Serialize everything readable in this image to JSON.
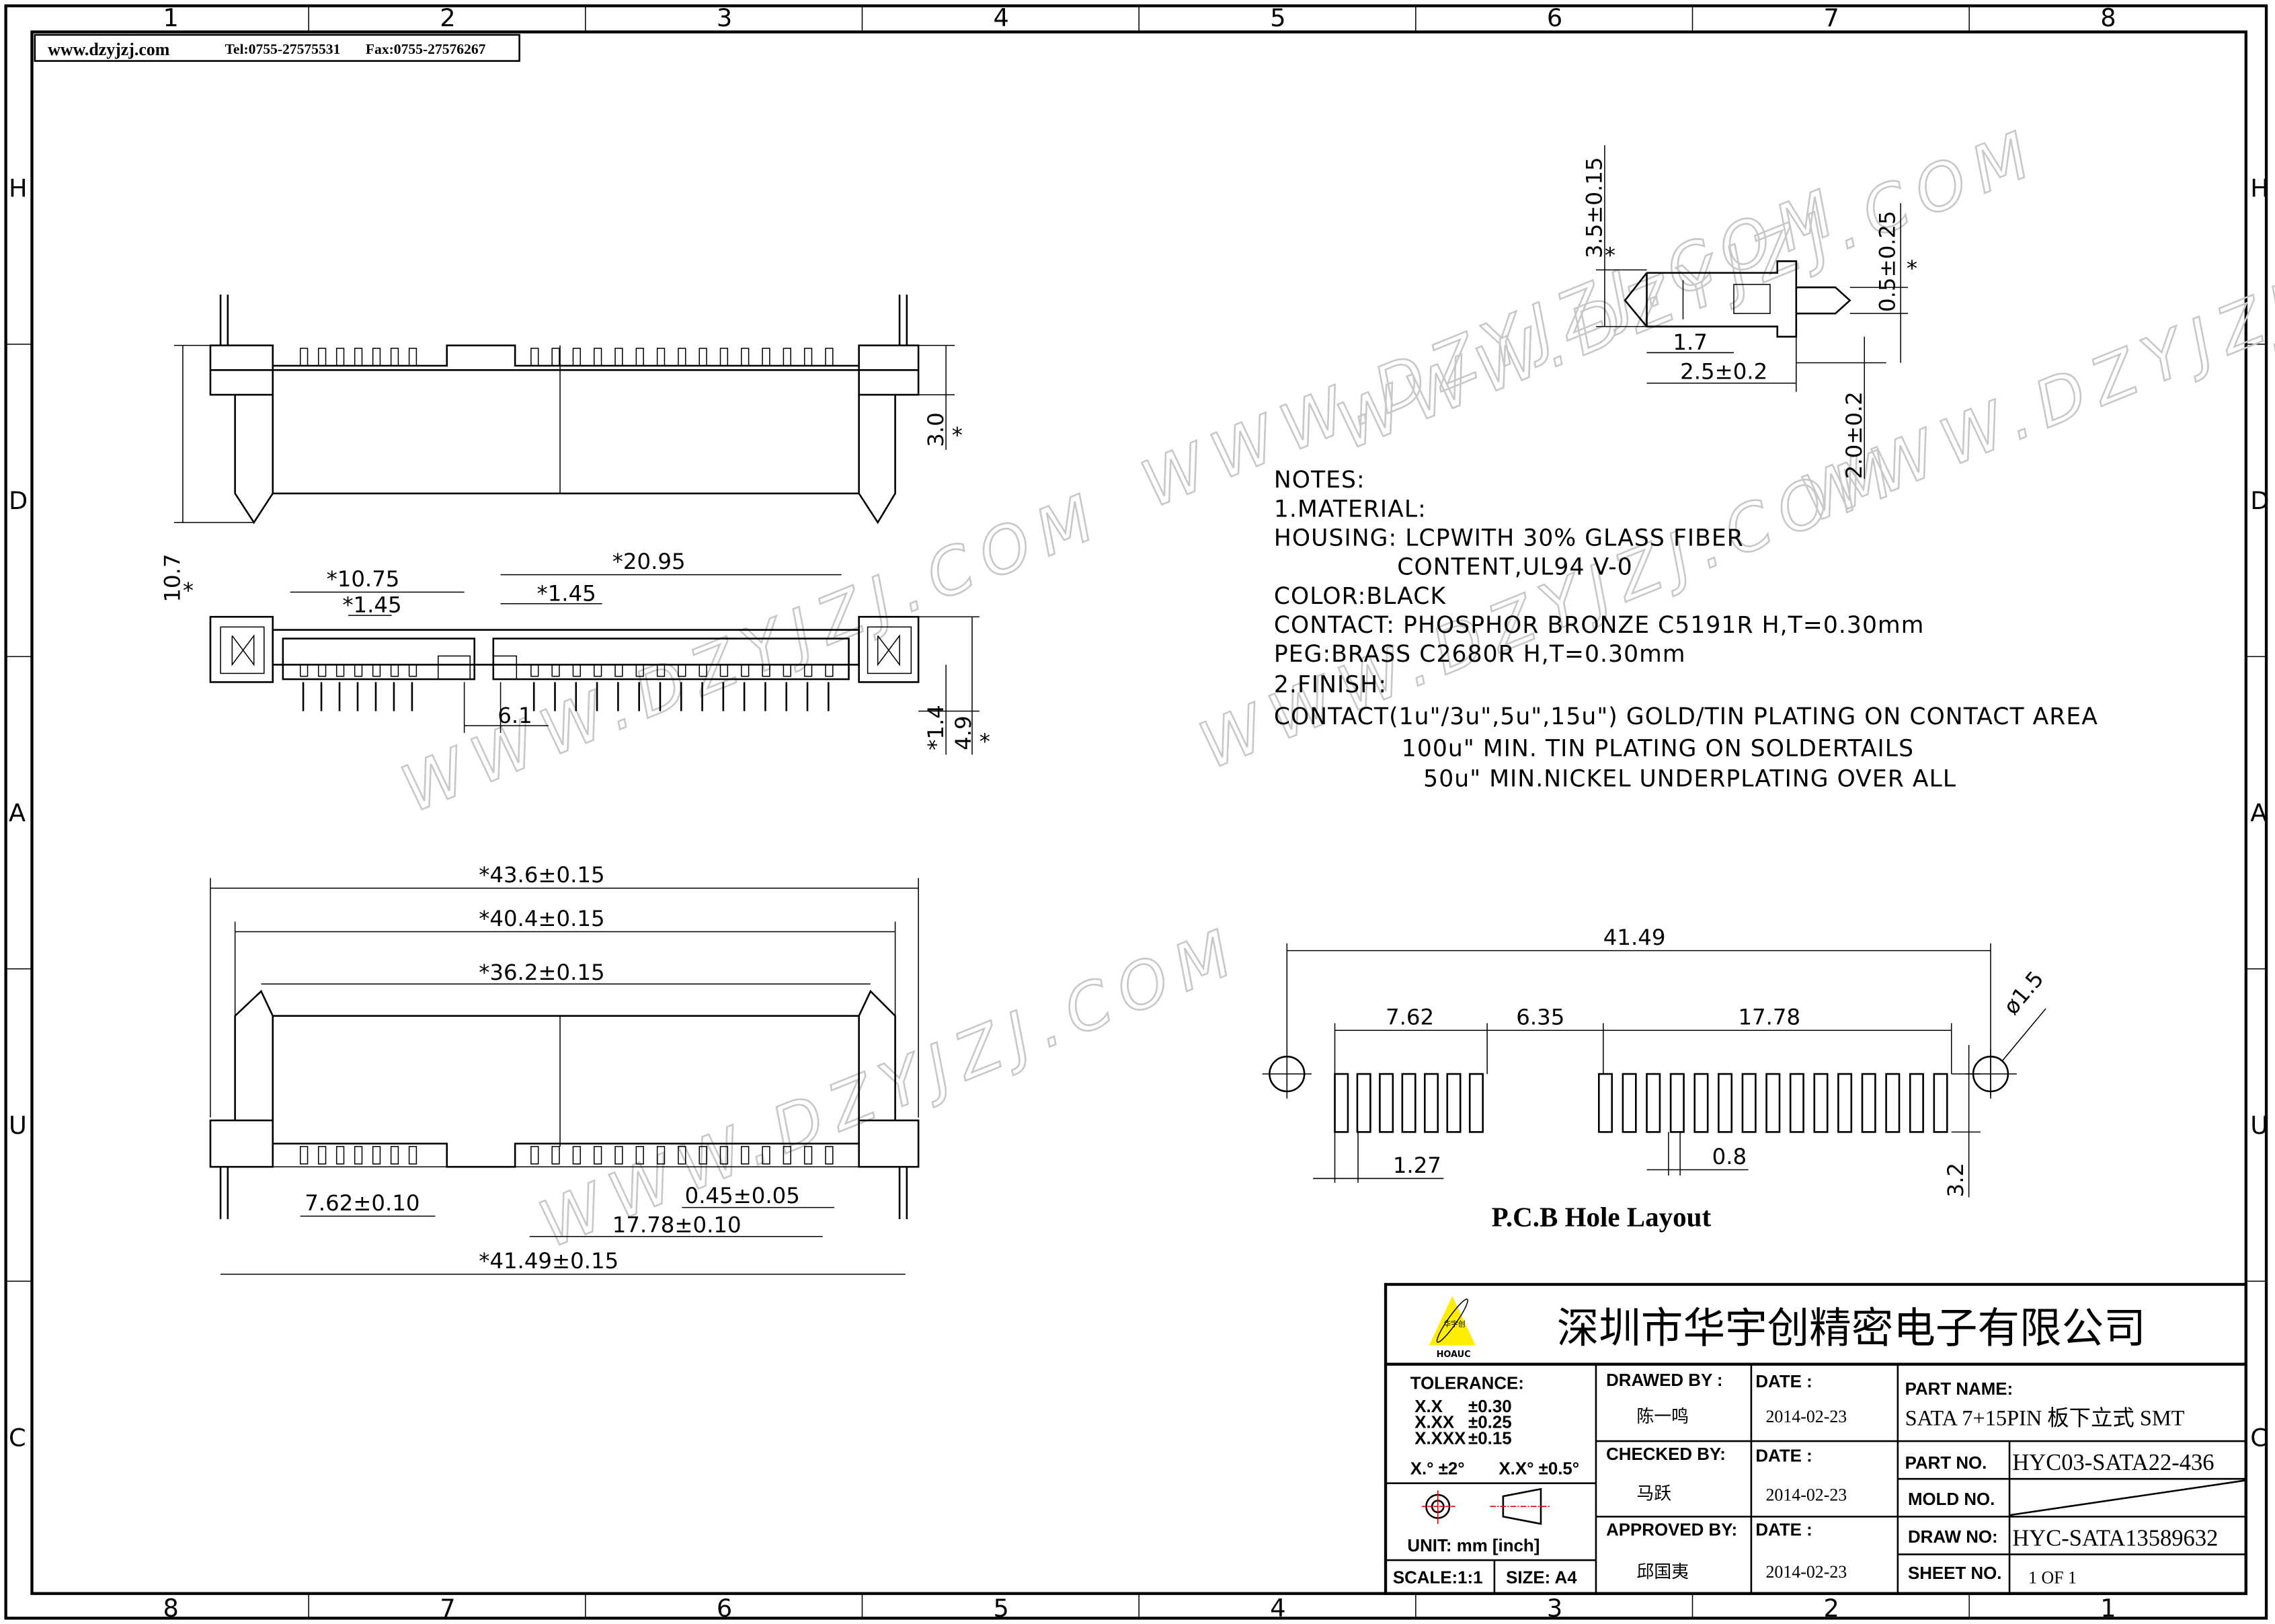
{
  "header": {
    "website": "www.dzyjzj.com",
    "tel": "Tel:0755-27575531",
    "fax": "Fax:0755-27576267"
  },
  "zones": {
    "columns": [
      "1",
      "2",
      "3",
      "4",
      "5",
      "6",
      "7",
      "8"
    ],
    "rows": [
      "H",
      "D",
      "A",
      "U",
      "C"
    ]
  },
  "watermark": "WWW.DZYJZJ.COM",
  "front_view": {
    "dim_height": "10.7",
    "dim_peg": "3.0",
    "star": "*"
  },
  "top_view": {
    "dim_a": "*10.75",
    "dim_b": "*1.45",
    "dim_c": "*20.95",
    "dim_d": "*1.45",
    "dim_e": "6.1",
    "dim_f": "*1.4",
    "dim_g": "4.9"
  },
  "bottom_view": {
    "dim_1": "*43.6±0.15",
    "dim_2": "*40.4±0.15",
    "dim_3": "*36.2±0.15",
    "dim_4": "7.62±0.10",
    "dim_5": "0.45±0.05",
    "dim_6": "17.78±0.10",
    "dim_7": "*41.49±0.15"
  },
  "side_view": {
    "dim_1": "3.5±0.15",
    "dim_2": "0.5±0.25",
    "dim_3": "1.7",
    "dim_4": "2.5±0.2",
    "dim_5": "2.0±0.2"
  },
  "notes": [
    "NOTES:",
    "1.MATERIAL:",
    "HOUSING: LCPWITH 30% GLASS FIBER",
    "CONTENT,UL94  V-0",
    "COLOR:BLACK",
    "CONTACT: PHOSPHOR BRONZE C5191R H,T=0.30mm",
    "PEG:BRASS C2680R H,T=0.30mm",
    "2.FINISH:",
    "CONTACT(1u\"/3u\",5u\",15u\") GOLD/TIN PLATING ON CONTACT AREA",
    "100u\" MIN. TIN PLATING ON SOLDERTAILS",
    "50u\" MIN.NICKEL UNDERPLATING OVER ALL"
  ],
  "pcb": {
    "title": "P.C.B  Hole  Layout",
    "dim_total": "41.49",
    "dim_left": "7.62",
    "dim_gap": "6.35",
    "dim_right": "17.78",
    "dim_pitch_left": "1.27",
    "dim_pitch_right": "0.8",
    "dim_height": "3.2",
    "dim_hole": "ø1.5",
    "left_pads": 7,
    "right_pads": 15
  },
  "title_block": {
    "logo_text": "HOAUC",
    "logo_cn": "华宇创",
    "company": "深圳市华宇创精密电子有限公司",
    "tolerance_label": "TOLERANCE:",
    "tolerances": [
      {
        "k": "X.X",
        "v": "±0.30"
      },
      {
        "k": "X.XX",
        "v": "±0.25"
      },
      {
        "k": "X.XXX",
        "v": "±0.15"
      }
    ],
    "angle_tol_1": "X.° ±2°",
    "angle_tol_2": "X.X° ±0.5°",
    "unit": "UNIT:  mm  [inch]",
    "scale": "SCALE:1:1",
    "size": "SIZE:  A4",
    "drawed_by_label": "DRAWED  BY :",
    "drawed_by": "陈一鸣",
    "checked_by_label": "CHECKED  BY:",
    "checked_by": "马跃",
    "approved_by_label": "APPROVED  BY:",
    "approved_by": "邱国夷",
    "date_label": "DATE  :",
    "date_1": "2014-02-23",
    "date_2": "2014-02-23",
    "date_3": "2014-02-23",
    "part_name_label": "PART  NAME:",
    "part_name": "SATA  7+15PIN  板下立式  SMT",
    "part_no_label": "PART  NO.",
    "part_no": "HYC03-SATA22-436",
    "mold_no_label": "MOLD  NO.",
    "draw_no_label": "DRAW  NO:",
    "draw_no": "HYC-SATA13589632",
    "sheet_no_label": "SHEET  NO.",
    "sheet_no": "1  OF  1"
  }
}
